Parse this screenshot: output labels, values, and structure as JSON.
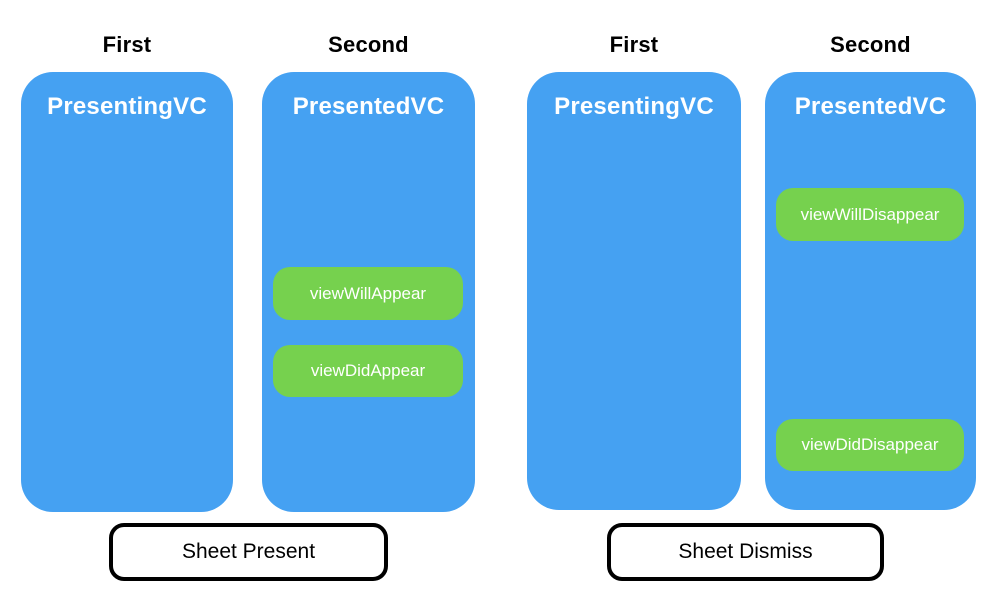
{
  "colors": {
    "card_blue": "#45A1F2",
    "badge_green": "#76D14E",
    "header_text": "#000000",
    "card_title_text": "#ffffff",
    "badge_text": "#ffffff",
    "button_border": "#000000",
    "button_text": "#000000",
    "button_fill": "#ffffff",
    "page_bg": "#ffffff"
  },
  "panels": [
    {
      "id": "sheet-present",
      "columns": [
        {
          "header": "First",
          "card_title": "PresentingVC",
          "badges": []
        },
        {
          "header": "Second",
          "card_title": "PresentedVC",
          "badges": [
            {
              "label": "viewWillAppear"
            },
            {
              "label": "viewDidAppear"
            }
          ]
        }
      ],
      "button_label": "Sheet Present"
    },
    {
      "id": "sheet-dismiss",
      "columns": [
        {
          "header": "First",
          "card_title": "PresentingVC",
          "badges": []
        },
        {
          "header": "Second",
          "card_title": "PresentedVC",
          "badges": [
            {
              "label": "viewWillDisappear"
            },
            {
              "label": "viewDidDisappear"
            }
          ]
        }
      ],
      "button_label": "Sheet Dismiss"
    }
  ]
}
